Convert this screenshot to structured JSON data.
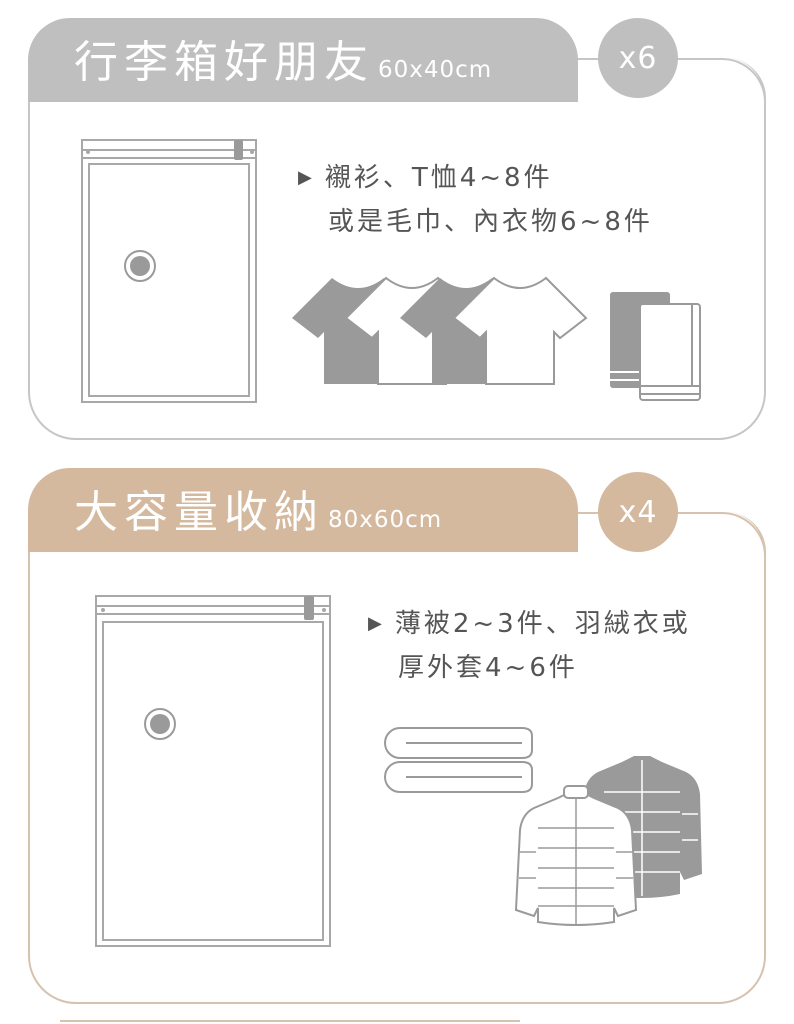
{
  "sections": [
    {
      "title": "行李箱好朋友",
      "size": "60x40cm",
      "quantity": "x6",
      "color": "#bfbfbf",
      "description_line1": "襯衫、T恤4~8件",
      "description_line2": "或是毛巾、內衣物6~8件",
      "items": [
        "t-shirt-icon",
        "towel-icon"
      ]
    },
    {
      "title": "大容量收納",
      "size": "80x60cm",
      "quantity": "x4",
      "color": "#d4b99e",
      "description_line1": "薄被2~3件、羽絨衣或",
      "description_line2": "厚外套4~6件",
      "items": [
        "folded-blanket-icon",
        "down-jacket-icon"
      ]
    }
  ]
}
